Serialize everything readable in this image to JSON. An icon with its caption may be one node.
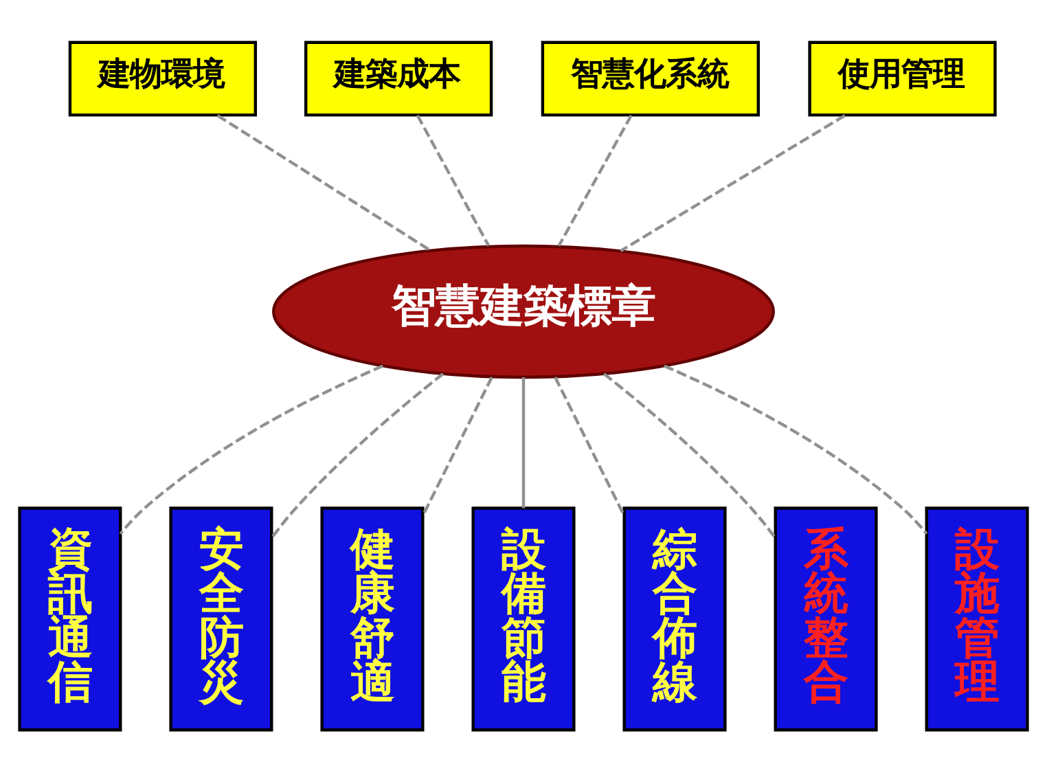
{
  "diagram": {
    "nodes": [
      {
        "text": [
          "智慧建築標章"
        ]
      },
      {
        "text": [
          "建物環境"
        ]
      },
      {
        "text": [
          "建築成本"
        ]
      },
      {
        "text": [
          "智慧化系統"
        ]
      },
      {
        "text": [
          "使用管理"
        ]
      },
      {
        "text": [
          "資訊通信"
        ]
      },
      {
        "text": [
          "安全防災"
        ]
      },
      {
        "text": [
          "健康舒適"
        ]
      },
      {
        "text": [
          "設備節能"
        ]
      },
      {
        "text": [
          "綜合佈線"
        ]
      },
      {
        "text": [
          "系統整合"
        ]
      },
      {
        "text": [
          "設施管理"
        ]
      }
    ],
    "edges": [
      {
        "from": 1,
        "to": 0,
        "arrow": "none",
        "style": "dashed"
      },
      {
        "from": 2,
        "to": 0,
        "arrow": "none",
        "style": "dashed"
      },
      {
        "from": 3,
        "to": 0,
        "arrow": "none",
        "style": "dashed"
      },
      {
        "from": 4,
        "to": 0,
        "arrow": "none",
        "style": "dashed"
      },
      {
        "from": 0,
        "to": 5,
        "arrow": "none",
        "style": "dashed"
      },
      {
        "from": 0,
        "to": 6,
        "arrow": "none",
        "style": "dashed"
      },
      {
        "from": 0,
        "to": 7,
        "arrow": "none",
        "style": "dashed"
      },
      {
        "from": 0,
        "to": 8,
        "arrow": "none"
      },
      {
        "from": 0,
        "to": 9,
        "arrow": "none",
        "style": "dashed"
      },
      {
        "from": 0,
        "to": 10,
        "arrow": "none",
        "style": "dashed"
      },
      {
        "from": 0,
        "to": 11,
        "arrow": "none",
        "style": "dashed"
      }
    ]
  }
}
